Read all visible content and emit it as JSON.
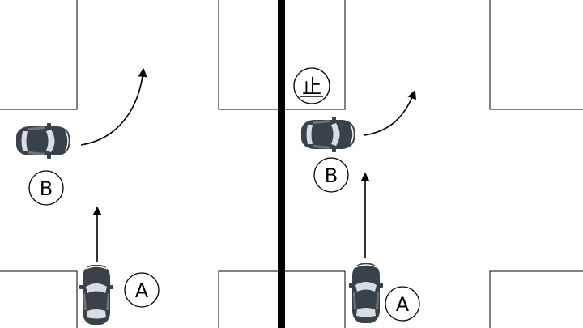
{
  "panels": [
    {
      "id": "left",
      "vehicle_a_label": "A",
      "vehicle_b_label": "B"
    },
    {
      "id": "right",
      "vehicle_a_label": "A",
      "vehicle_b_label": "B",
      "stop_sign_text": "止"
    }
  ],
  "colors": {
    "car_body": "#3a4249",
    "car_glass": "#d9dde0",
    "road_edge": "#000000",
    "divider": "#000000",
    "background": "#ffffff"
  },
  "icons": [
    "car-icon",
    "arrow-icon",
    "stop-sign-icon"
  ]
}
